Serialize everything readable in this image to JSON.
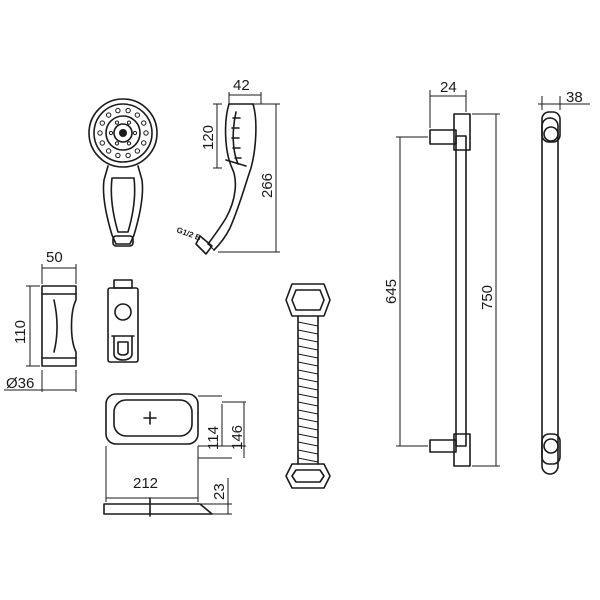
{
  "dimensions": {
    "head_width": "42",
    "head_height": "120",
    "handshower_length": "266",
    "thread": "G1/2 B",
    "holder_width": "50",
    "holder_height": "110",
    "holder_diameter": "Ø36",
    "dish_height_inner": "114",
    "dish_height_outer": "146",
    "dish_width": "212",
    "dish_depth": "23",
    "bracket_width": "24",
    "bracket_spacing": "645",
    "rail_length": "750",
    "rail_depth": "38"
  }
}
